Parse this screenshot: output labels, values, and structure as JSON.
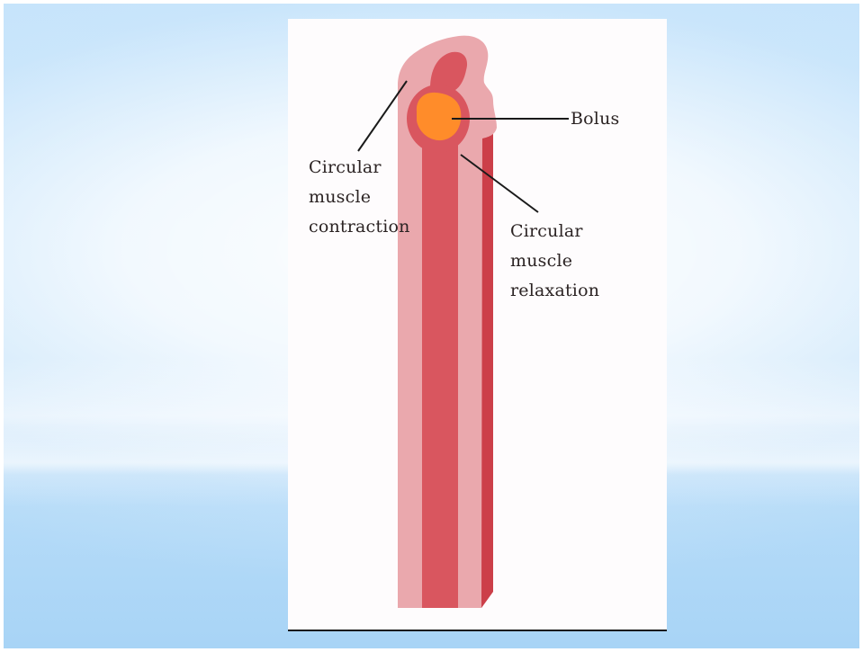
{
  "diagram": {
    "labels": {
      "bolus": "Bolus",
      "contraction": [
        "Circular",
        "muscle",
        "contraction"
      ],
      "relaxation": [
        "Circular",
        "muscle",
        "relaxation"
      ]
    },
    "colors": {
      "outer_wall": "#eaa8ad",
      "inner_lumen": "#d9565f",
      "lumen_shadow": "#c7424d",
      "bolus": "#ff8c2a",
      "slide_blue": "#a8d4f6",
      "panel": "#fefcfd",
      "leader_line": "#1a1a1a"
    }
  }
}
